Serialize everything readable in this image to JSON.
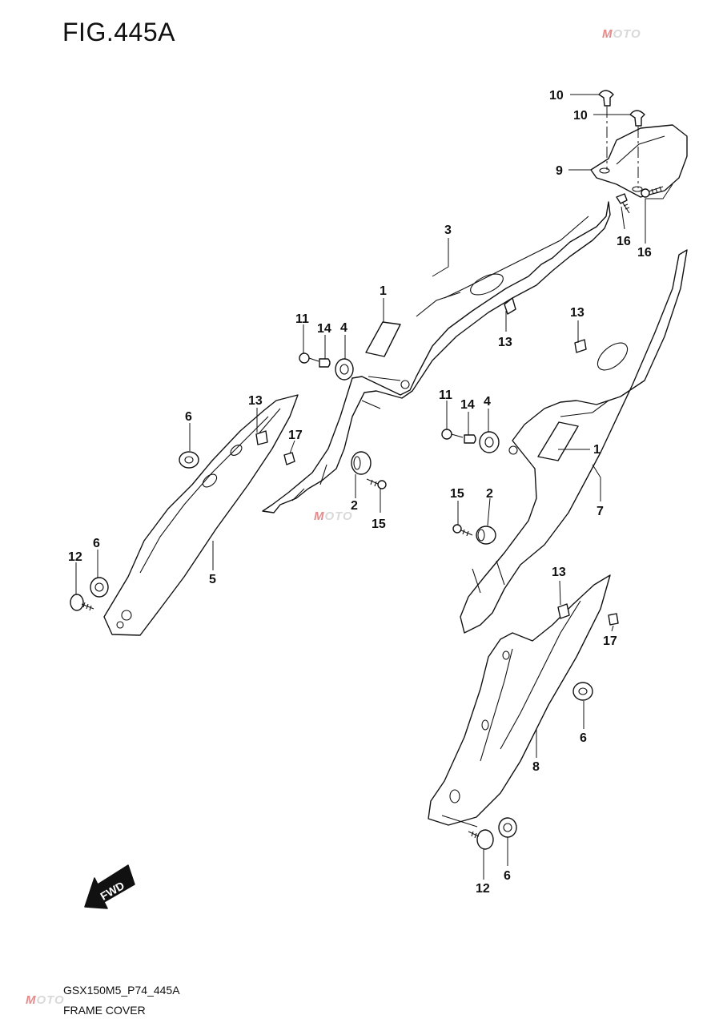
{
  "title": "FIG.445A",
  "footer": {
    "code": "GSX150M5_P74_445A",
    "name": "FRAME COVER"
  },
  "watermark": {
    "brand_m": "M",
    "brand_rest": "OTO"
  },
  "fwd_label": "FWD",
  "callouts": [
    "10",
    "10",
    "9",
    "16",
    "16",
    "3",
    "1",
    "13",
    "13",
    "11",
    "14",
    "4",
    "11",
    "14",
    "4",
    "1",
    "6",
    "13",
    "17",
    "2",
    "15",
    "15",
    "2",
    "7",
    "12",
    "6",
    "5",
    "13",
    "17",
    "6",
    "8",
    "12",
    "6"
  ]
}
